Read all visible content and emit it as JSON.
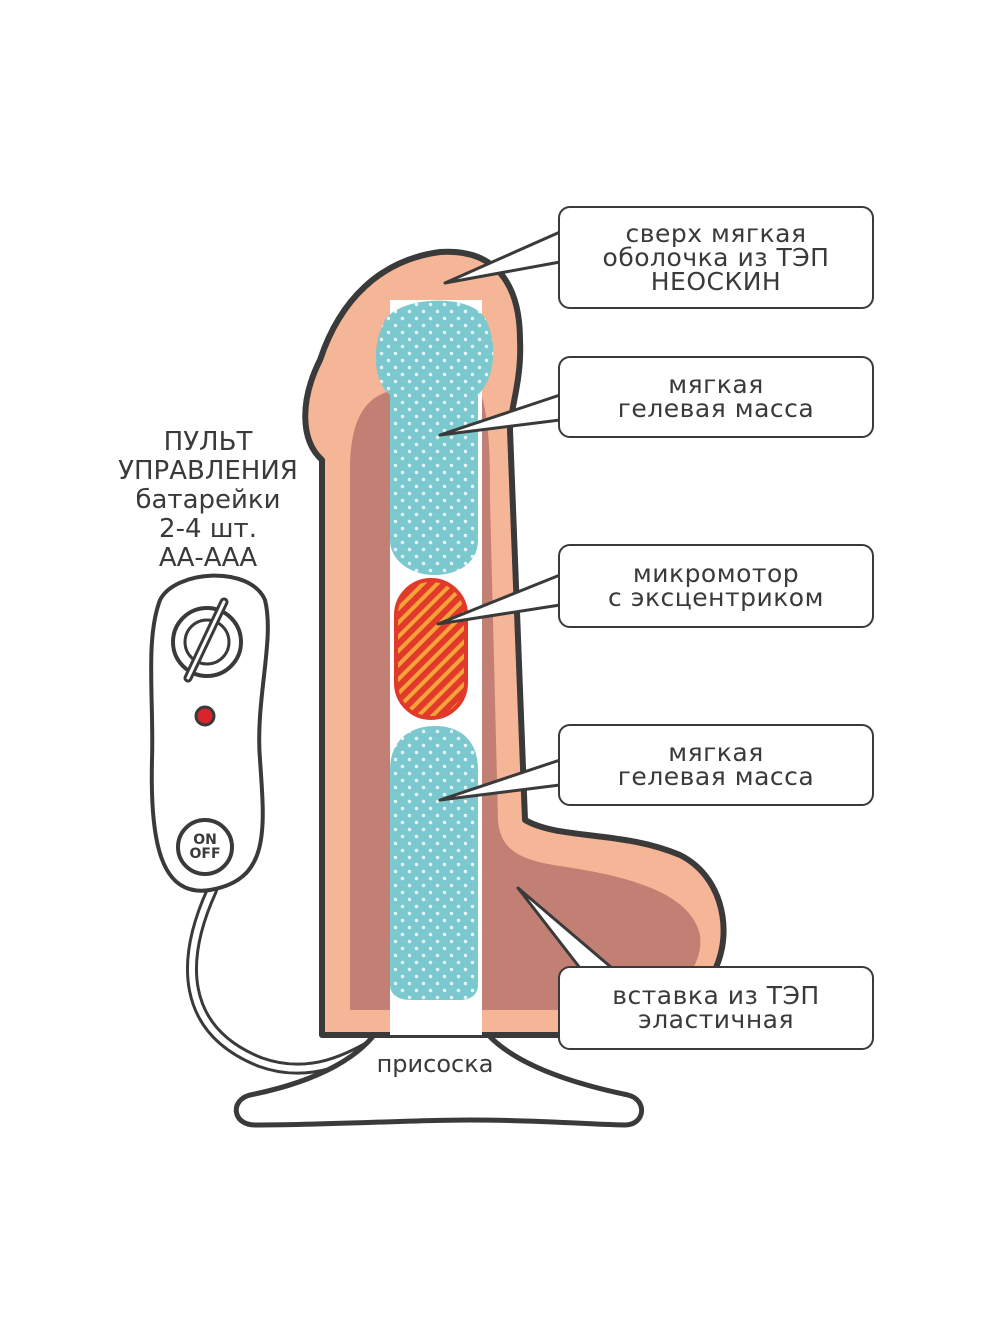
{
  "remote_label": {
    "line1": "ПУЛЬТ",
    "line2": "УПРАВЛЕНИЯ",
    "line3": "батарейки",
    "line4": "2-4 шт.",
    "line5": "АА-ААА"
  },
  "remote": {
    "on_label": "ON",
    "off_label": "OFF"
  },
  "callouts": [
    {
      "lines": [
        "сверх мягкая",
        "оболочка из ТЭП",
        "НЕОСКИН"
      ]
    },
    {
      "lines": [
        "мягкая",
        "гелевая масса"
      ]
    },
    {
      "lines": [
        "микромотор",
        "с эксцентриком"
      ]
    },
    {
      "lines": [
        "мягкая",
        "гелевая масса"
      ]
    },
    {
      "lines": [
        "вставка из ТЭП",
        "эластичная"
      ]
    }
  ],
  "suction_label": "присоска",
  "colors": {
    "outline": "#3a3a3a",
    "outer_shell": "#f5b597",
    "insert": "#c27f73",
    "gel": "#7cc8cf",
    "motor": "#e23a2a",
    "motor_stripes": "#f6a33a",
    "led": "#d7262b"
  }
}
